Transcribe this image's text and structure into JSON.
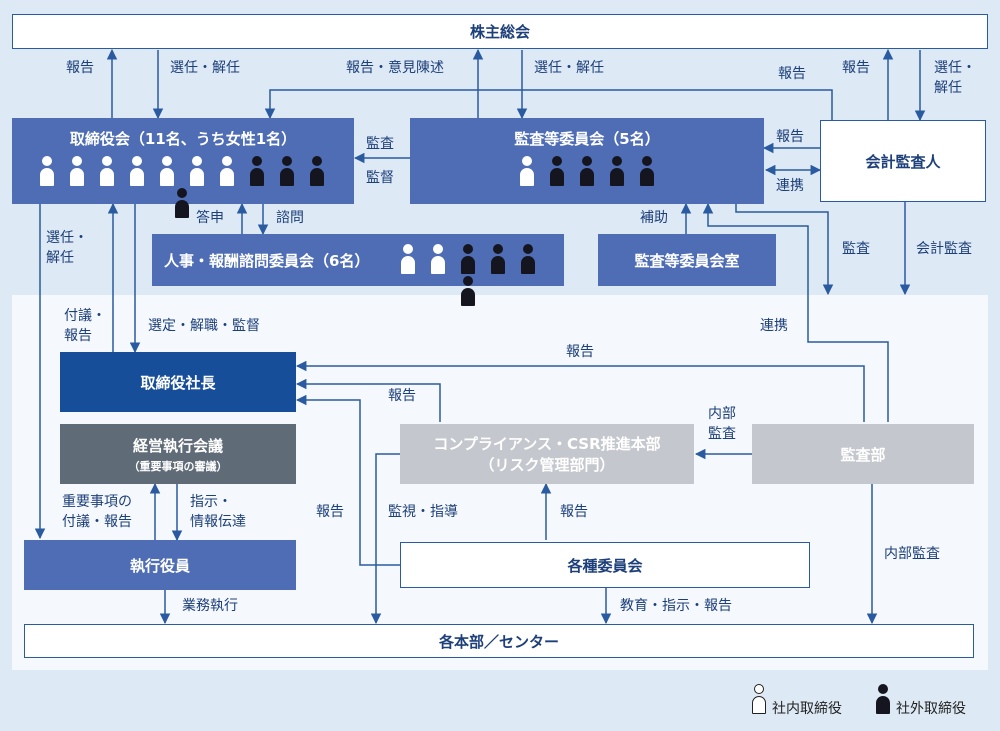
{
  "boxes": {
    "shareholders": "株主総会",
    "board": "取締役会（11名、うち女性1名）",
    "audit_committee": "監査等委員会（5名）",
    "accounting_auditor": "会計監査人",
    "nomination_committee": "人事・報酬諮問委員会（6名）",
    "audit_committee_office": "監査等委員会室",
    "president": "取締役社長",
    "mgmt_council": "経営執行会議",
    "mgmt_council_sub": "（重要事項の審議）",
    "executive_officers": "執行役員",
    "compliance_line1": "コンプライアンス・CSR推進本部",
    "compliance_line2": "（リスク管理部門）",
    "audit_department": "監査部",
    "committees": "各種委員会",
    "divisions": "各本部／センター"
  },
  "labels": {
    "report_a": "報告",
    "elect_a": "選任・解任",
    "report_opinion": "報告・意見陳述",
    "elect_b": "選任・解任",
    "report_b": "報告",
    "report_c": "報告",
    "elect_c1": "選任・",
    "elect_c2": "解任",
    "report_d": "報告",
    "audit_a": "監査",
    "supervise": "監督",
    "coop_a": "連携",
    "answer": "答申",
    "consult": "諮問",
    "assist": "補助",
    "audit_b": "監査",
    "acct_audit": "会計監査",
    "elect_d1": "選任・",
    "elect_d2": "解任",
    "submit1": "付議・",
    "submit2": "報告",
    "select_dismiss": "選定・解職・監督",
    "coop_b": "連携",
    "report_e": "報告",
    "report_f": "報告",
    "internal1": "内部",
    "internal2": "監査",
    "report_g": "報告",
    "monitor": "監視・指導",
    "report_h": "報告",
    "important1": "重要事項の",
    "important2": "付議・報告",
    "instruct1": "指示・",
    "instruct2": "情報伝達",
    "internal_audit": "内部監査",
    "business_exec": "業務執行",
    "education": "教育・指示・報告"
  },
  "figures": {
    "board": {
      "internal": 7,
      "external": 4
    },
    "audit_committee": {
      "internal": 1,
      "external": 4
    },
    "nomination_committee": {
      "internal": 2,
      "external": 4
    }
  },
  "legend": {
    "internal": "社内取締役",
    "external": "社外取締役"
  },
  "colors": {
    "navy": "#174e9a",
    "blue": "#4f6db5",
    "line": "#2a5aa0",
    "gray_dark": "#5f6b77",
    "gray_light": "#c4c7cd"
  }
}
